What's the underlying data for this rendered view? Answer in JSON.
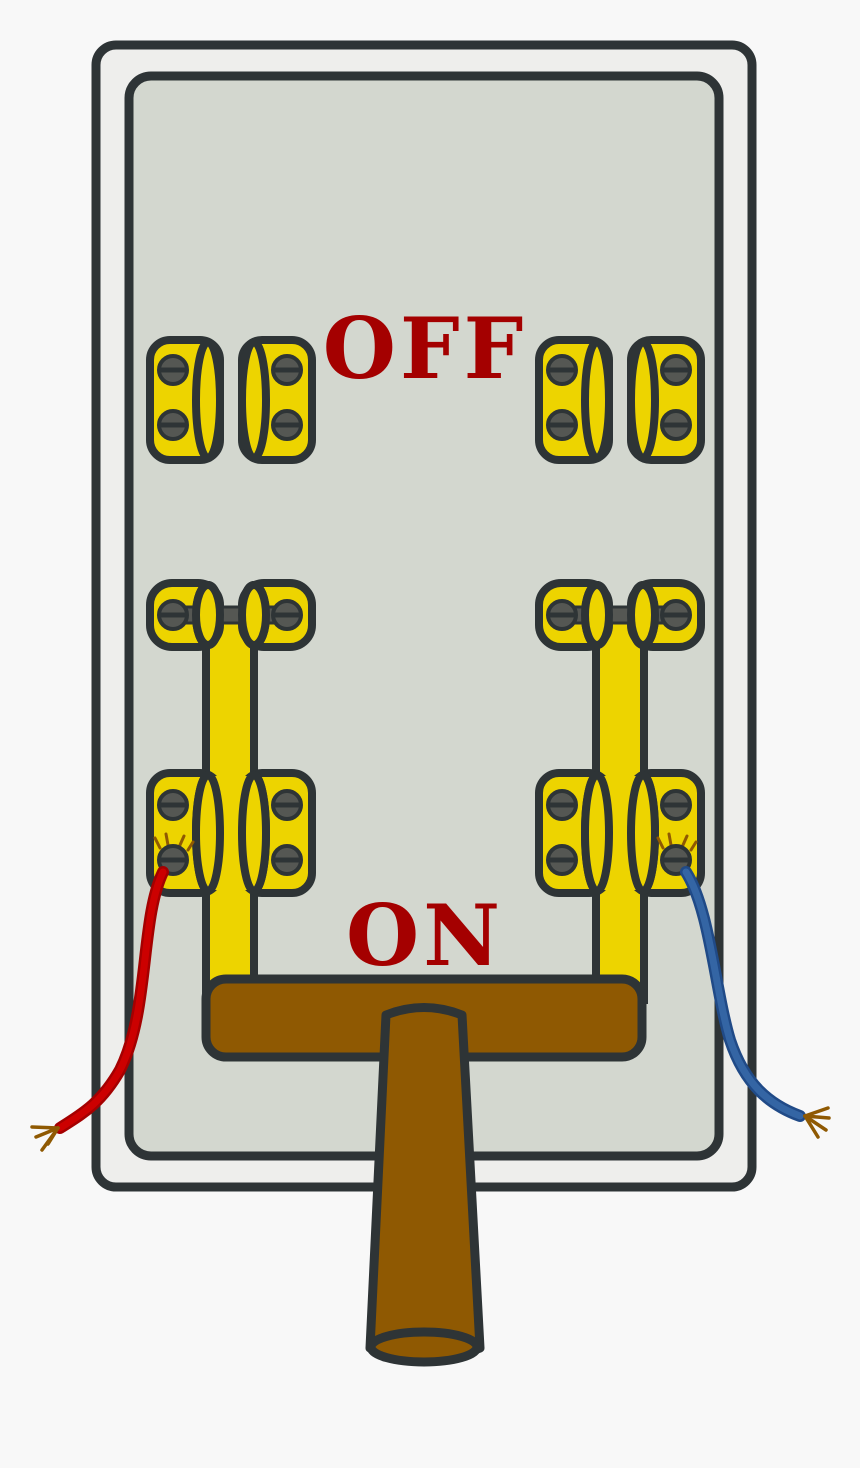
{
  "illustration": {
    "subject": "Knife switch (double-pole) illustration",
    "labels": {
      "off": "OFF",
      "on": "ON"
    },
    "colors": {
      "background": "#f8f8f8",
      "outline": "#2e3436",
      "outer_plate": "#eeeeec",
      "inner_plate": "#d3d7cf",
      "brass": "#edd400",
      "screw": "#555753",
      "handle": "#8f5902",
      "label_red": "#a40000",
      "wire_red": "#cc0000",
      "wire_blue": "#3465a4",
      "copper_strands": "#8f5902"
    },
    "state": "on",
    "wires": [
      {
        "side": "left",
        "color": "red"
      },
      {
        "side": "right",
        "color": "blue"
      }
    ]
  }
}
